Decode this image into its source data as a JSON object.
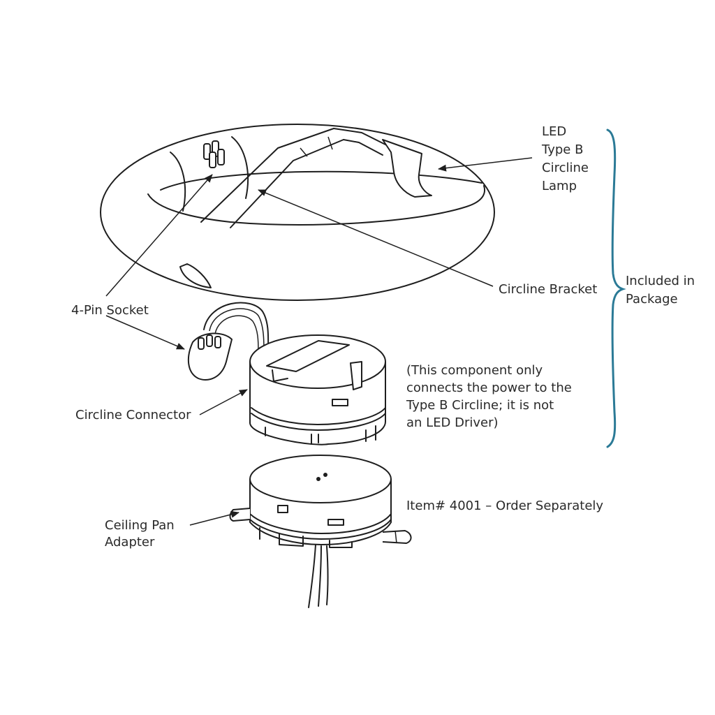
{
  "labels": {
    "lamp": [
      "LED",
      "Type B",
      "Circline",
      "Lamp"
    ],
    "bracket": "Circline Bracket",
    "socket": "4-Pin Socket",
    "connector": "Circline Connector",
    "note": [
      "(This component only",
      "connects the power to the",
      "Type B Circline; it is not",
      "an LED Driver)"
    ],
    "included": [
      "Included in",
      "Package"
    ],
    "adapter": [
      "Ceiling Pan",
      "Adapter"
    ],
    "item": "Item# 4001 – Order Separately"
  },
  "colors": {
    "ink": "#1e1e1e",
    "text": "#2a2a2a",
    "brace": "#2b7a96"
  }
}
